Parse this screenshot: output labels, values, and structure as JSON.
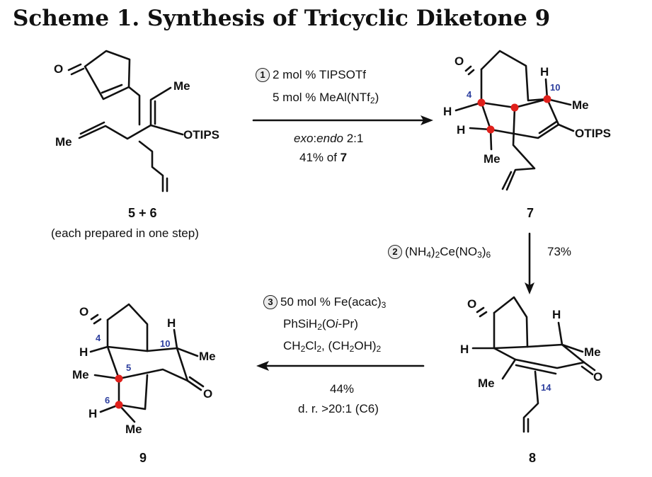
{
  "title": "Scheme 1. Synthesis of Tricyclic Diketone 9",
  "compounds": {
    "start": {
      "label": "5 + 6",
      "note": "(each prepared in one step)"
    },
    "c7": {
      "label": "7"
    },
    "c8": {
      "label": "8"
    },
    "c9": {
      "label": "9"
    }
  },
  "atoms": {
    "O": "O",
    "H": "H",
    "Me": "Me",
    "OTIPS": "OTIPS"
  },
  "numbers": {
    "n4": "4",
    "n5": "5",
    "n6": "6",
    "n10": "10",
    "n14": "14"
  },
  "steps": [
    {
      "number": "1",
      "line1": "2 mol % TIPSOTf",
      "line2_a": "5 mol % MeAl(NTf",
      "line2_sub": "2",
      "line2_b": ")",
      "sub_a": "exo",
      "sub_sep": ":",
      "sub_b": "endo",
      "sub_c": " 2:1",
      "yield_a": "41% of ",
      "yield_b": "7"
    },
    {
      "number": "2",
      "p1": "(NH",
      "s1": "4",
      "p2": ")",
      "s2": "2",
      "p3": "Ce(NO",
      "s3": "3",
      "p4": ")",
      "s4": "6",
      "yield": "73%"
    },
    {
      "number": "3",
      "line1_a": "50 mol % Fe(acac)",
      "line1_sub": "3",
      "line2_a": "PhSiH",
      "line2_sub": "2",
      "line2_b": "(O",
      "line2_i": "i",
      "line2_c": "-Pr)",
      "line3_a": "CH",
      "line3_s1": "2",
      "line3_b": "Cl",
      "line3_s2": "2",
      "line3_c": ", (CH",
      "line3_s3": "2",
      "line3_d": "OH)",
      "line3_s4": "2",
      "yield": "44%",
      "dr": "d. r. >20:1 (C6)"
    }
  ],
  "colors": {
    "stereocenter": "#e0201b",
    "numbering": "#2c3e9e",
    "ink": "#111111"
  }
}
